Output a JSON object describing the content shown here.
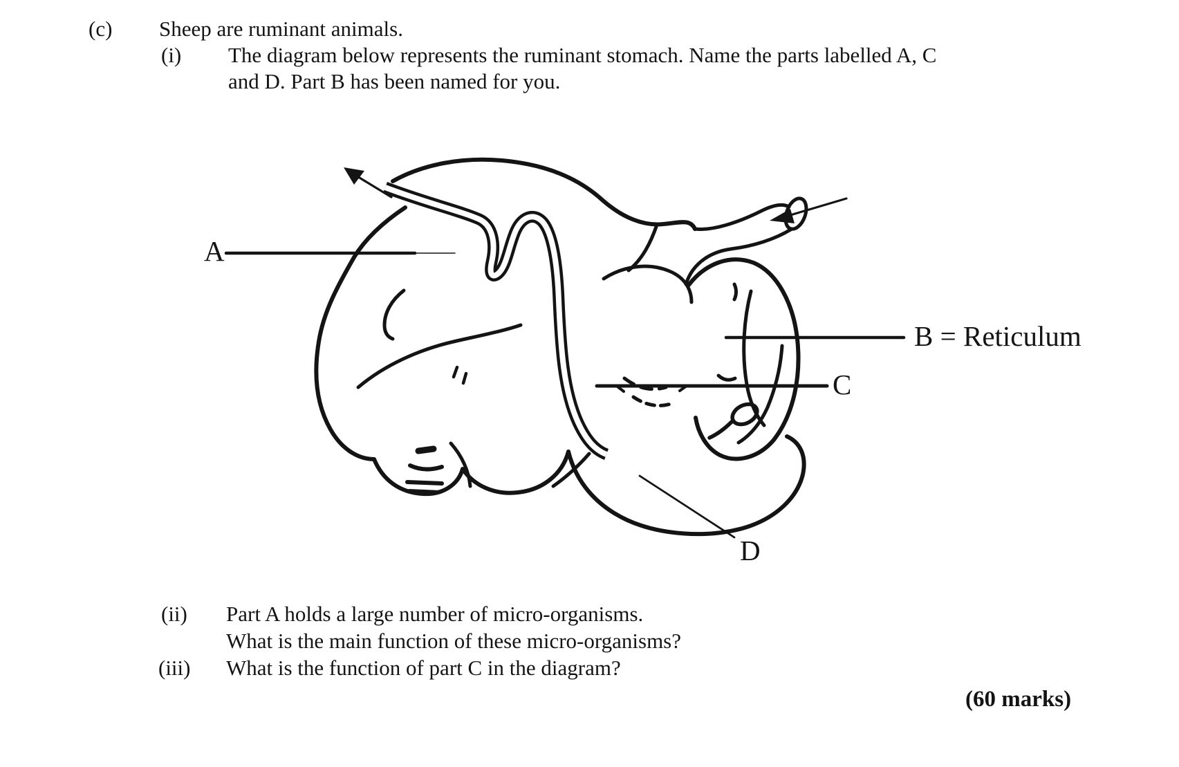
{
  "question": {
    "part_label": "(c)",
    "part_text": "Sheep are ruminant animals.",
    "sub_i": {
      "label": "(i)",
      "line1": "The diagram below represents the ruminant stomach. Name the parts labelled A, C",
      "line2": "and D. Part B has been named for you."
    },
    "sub_ii": {
      "label": "(ii)",
      "line1": "Part A holds a large number of micro-organisms.",
      "line2": "What is the main function of these micro-organisms?"
    },
    "sub_iii": {
      "label": "(iii)",
      "line1": "What is the function of part C in the diagram?"
    },
    "marks": "(60 marks)"
  },
  "diagram": {
    "subject": "ruminant stomach line drawing",
    "labels": {
      "a": "A",
      "b": "B = Reticulum",
      "c": "C",
      "d": "D"
    }
  },
  "colors": {
    "ink": "#141414",
    "background": "#ffffff"
  }
}
